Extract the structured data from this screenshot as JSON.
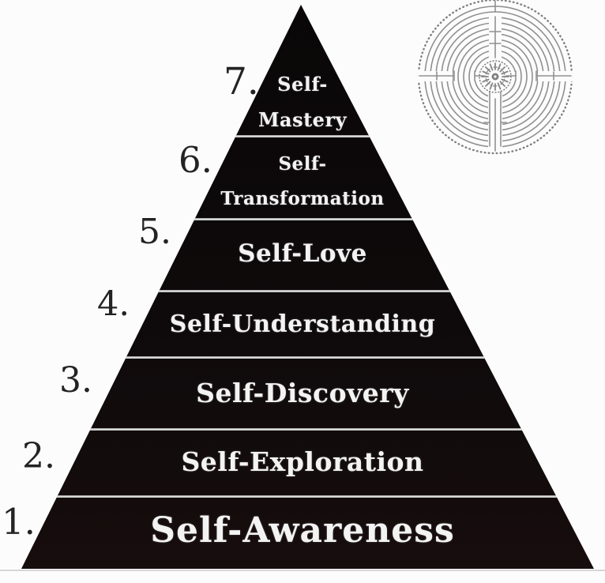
{
  "pyramid": {
    "description": "seven-level pyramid diagram of self development",
    "levels": [
      {
        "number": "7.",
        "line1": "Self-",
        "line2": "Mastery",
        "label": "Self-Mastery"
      },
      {
        "number": "6.",
        "line1": "Self-",
        "line2": "Transformation",
        "label": "Self-Transformation"
      },
      {
        "number": "5.",
        "label": "Self-Love"
      },
      {
        "number": "4.",
        "label": "Self-Understanding"
      },
      {
        "number": "3.",
        "label": "Self-Discovery"
      },
      {
        "number": "2.",
        "label": "Self-Exploration"
      },
      {
        "number": "1.",
        "label": "Self-Awareness"
      }
    ]
  },
  "icons": {
    "labyrinth": "labyrinth-icon"
  },
  "colors": {
    "background": "#fcfcfc",
    "pyramid_fill": "#0d0a0b",
    "divider": "#d8d8d8",
    "label_text": "#f3f3f3",
    "number_text": "#232323",
    "labyrinth_stroke": "#8f8f8f"
  }
}
